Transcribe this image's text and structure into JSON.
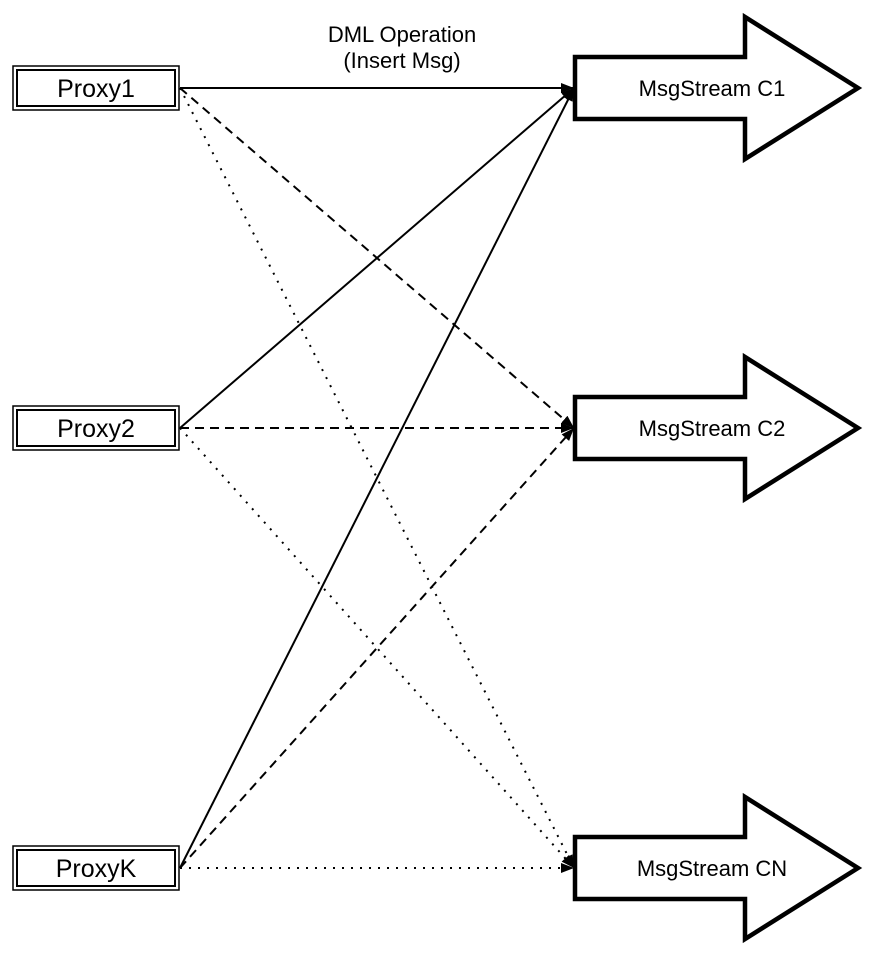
{
  "diagram": {
    "background_color": "#ffffff",
    "stroke_color": "#000000",
    "fill_color": "#ffffff",
    "title": {
      "line1": "DML Operation",
      "line2": "(Insert Msg)"
    },
    "proxies": [
      {
        "id": "proxy1",
        "label": "Proxy1"
      },
      {
        "id": "proxy2",
        "label": "Proxy2"
      },
      {
        "id": "proxyk",
        "label": "ProxyK"
      }
    ],
    "streams": [
      {
        "id": "msgstream-c1",
        "label": "MsgStream C1",
        "incoming_line_style": "solid"
      },
      {
        "id": "msgstream-c2",
        "label": "MsgStream C2",
        "incoming_line_style": "dashed"
      },
      {
        "id": "msgstream-cn",
        "label": "MsgStream CN",
        "incoming_line_style": "dotted"
      }
    ],
    "edges": [
      {
        "from": "Proxy1",
        "to": "MsgStream C1",
        "style": "solid"
      },
      {
        "from": "Proxy1",
        "to": "MsgStream C2",
        "style": "dashed"
      },
      {
        "from": "Proxy1",
        "to": "MsgStream CN",
        "style": "dotted"
      },
      {
        "from": "Proxy2",
        "to": "MsgStream C1",
        "style": "solid"
      },
      {
        "from": "Proxy2",
        "to": "MsgStream C2",
        "style": "dashed"
      },
      {
        "from": "Proxy2",
        "to": "MsgStream CN",
        "style": "dotted"
      },
      {
        "from": "ProxyK",
        "to": "MsgStream C1",
        "style": "solid"
      },
      {
        "from": "ProxyK",
        "to": "MsgStream C2",
        "style": "dashed"
      },
      {
        "from": "ProxyK",
        "to": "MsgStream CN",
        "style": "dotted"
      }
    ]
  }
}
